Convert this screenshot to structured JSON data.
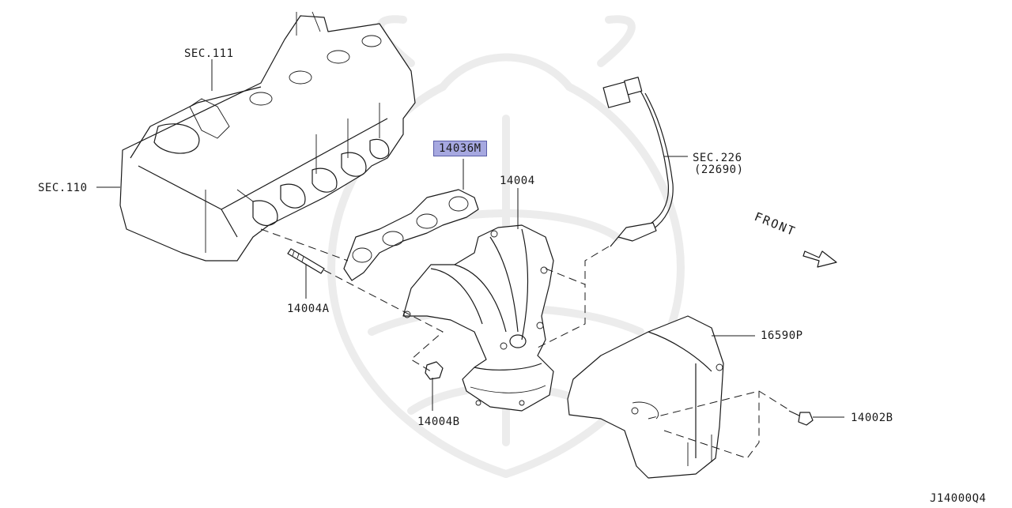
{
  "diagram": {
    "code": "J14000Q4",
    "front_label": "FRONT",
    "highlight_color": "#a6a8e0",
    "labels": {
      "sec111": "SEC.111",
      "sec110": "SEC.110",
      "sec226": "SEC.226",
      "sec226_sub": "(22690)",
      "part_14036M": "14036M",
      "part_14004": "14004",
      "part_14004A": "14004A",
      "part_14004B": "14004B",
      "part_16590P": "16590P",
      "part_14002B": "14002B"
    }
  }
}
